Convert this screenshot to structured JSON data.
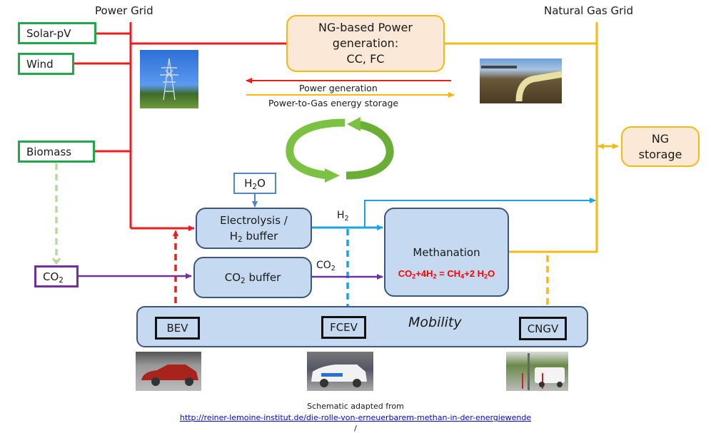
{
  "headers": {
    "power_grid": "Power Grid",
    "gas_grid": "Natural Gas Grid"
  },
  "sources": {
    "solar": "Solar-pV",
    "wind": "Wind",
    "biomass": "Biomass",
    "co2_prefix": "CO",
    "co2_sub": "2"
  },
  "ng_power": {
    "line1": "NG-based Power",
    "line2": "generation:",
    "line3": "CC, FC"
  },
  "ng_storage": {
    "line1": "NG",
    "line2": "storage"
  },
  "legend": {
    "power_generation": "Power generation",
    "power_to_gas": "Power-to-Gas energy storage"
  },
  "process": {
    "h2o_prefix": "H",
    "h2o_sub": "2",
    "h2o_suffix": "O",
    "electrolysis_line1": "Electrolysis /",
    "electrolysis_line2_prefix": "H",
    "electrolysis_line2_sub": "2",
    "electrolysis_line2_suffix": " buffer",
    "co2_buffer_prefix": "CO",
    "co2_buffer_sub": "2",
    "co2_buffer_suffix": " buffer",
    "h2_label_prefix": "H",
    "h2_label_sub": "2",
    "co2_label_prefix": "CO",
    "co2_label_sub": "2",
    "methanation": "Methanation",
    "equation": {
      "p1": "CO",
      "s1": "2",
      "p2": "+4H",
      "s2": "2",
      "p3": " = CH",
      "s3": "4",
      "p4": "+2 H",
      "s4": "2",
      "p5": "O"
    }
  },
  "mobility": {
    "title": "Mobility",
    "vehicles": [
      "BEV",
      "FCEV",
      "CNGV"
    ]
  },
  "photos": {
    "power_pylon": "power-pylon-photo",
    "gas_station": "gas-pipeline-photo",
    "bev": "electric-car-photo",
    "fcev": "fuel-cell-car-photo",
    "cngv": "cng-van-photo"
  },
  "colors": {
    "power": "#ee1c1c",
    "gas": "#f5b915",
    "hydrogen": "#1aa3e8",
    "co2": "#7030a0",
    "biomass_co2": "#b8d89c",
    "source_border": "#21a84a",
    "process_fill": "#c5d9f0",
    "cycle_green": "#7cc242"
  },
  "caption": {
    "line1": "Schematic adapted from",
    "link": "http://reiner-lemoine-institut.de/die-rolle-von-erneuerbarem-methan-in-der-energiewende",
    "line3": "/"
  }
}
